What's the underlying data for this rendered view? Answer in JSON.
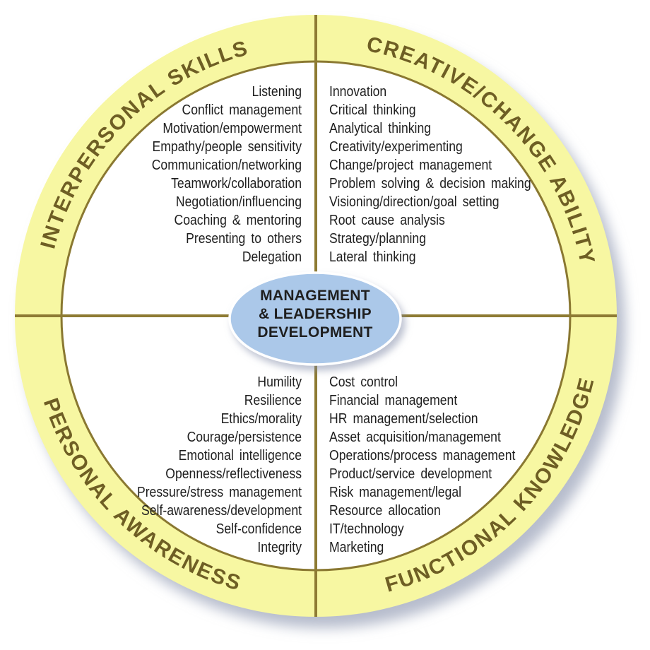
{
  "diagram": {
    "center": {
      "lines": [
        "MANAGEMENT",
        "& LEADERSHIP",
        "DEVELOPMENT"
      ]
    },
    "quadrants": {
      "top_left": {
        "ring_label": "INTERPERSONAL SKILLS",
        "items": [
          "Listening",
          "Conflict management",
          "Motivation/empowerment",
          "Empathy/people sensitivity",
          "Communication/networking",
          "Teamwork/collaboration",
          "Negotiation/influencing",
          "Coaching & mentoring",
          "Presenting to others",
          "Delegation"
        ]
      },
      "top_right": {
        "ring_label": "CREATIVE/CHANGE ABILITY",
        "items": [
          "Innovation",
          "Critical thinking",
          "Analytical thinking",
          "Creativity/experimenting",
          "Change/project management",
          "Problem solving & decision making",
          "Visioning/direction/goal setting",
          "Root cause analysis",
          "Strategy/planning",
          "Lateral thinking"
        ]
      },
      "bottom_left": {
        "ring_label": "PERSONAL AWARENESS",
        "items": [
          "Humility",
          "Resilience",
          "Ethics/morality",
          "Courage/persistence",
          "Emotional intelligence",
          "Openness/reflectiveness",
          "Pressure/stress management",
          "Self-awareness/development",
          "Self-confidence",
          "Integrity"
        ]
      },
      "bottom_right": {
        "ring_label": "FUNCTIONAL KNOWLEDGE",
        "items": [
          "Cost control",
          "Financial management",
          "HR management/selection",
          "Asset acquisition/management",
          "Operations/process management",
          "Product/service development",
          "Risk management/legal",
          "Resource allocation",
          "IT/technology",
          "Marketing"
        ]
      }
    },
    "colors": {
      "ring_fill": "#f7f7a2",
      "ring_text": "#6e5e24",
      "line": "#8e7b33",
      "inner_stroke": "#8a7831",
      "ellipse_fill": "#abc8e9",
      "ellipse_text": "#1f1f1f",
      "list_text": "#1e1e1e"
    }
  }
}
